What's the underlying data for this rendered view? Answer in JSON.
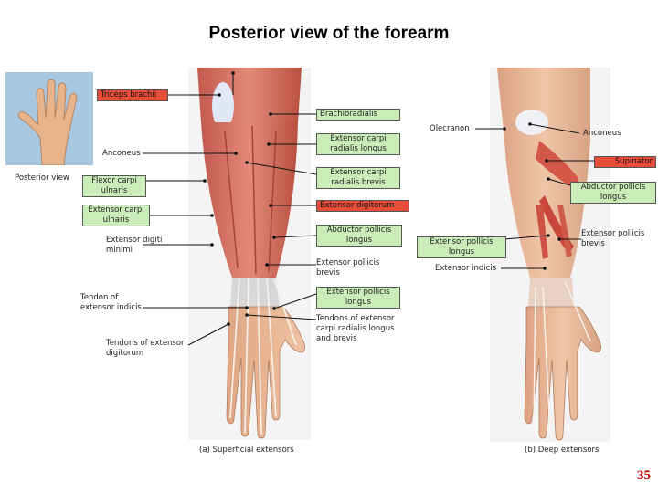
{
  "title": "Posterior view of the forearm",
  "labels": {
    "triceps_brachii": "Triceps brachii",
    "brachioradialis": "Brachioradialis",
    "olecranon": "Olecranon",
    "anconeus_left": "Anconeus",
    "anconeus_right": "Anconeus",
    "ecrl": "Extensor carpi\nradialis longus",
    "supinator": "Supinator",
    "posterior_view": "Posterior view",
    "ecrb": "Extensor carpi\nradialis brevis",
    "flexor_carpi_ulnaris": "Flexor carpi\nulnaris",
    "apl_right": "Abductor pollicis\nlongus",
    "extensor_carpi_ulnaris": "Extensor carpi\nulnaris",
    "extensor_digitorum": "Extensor digitorum",
    "apl_left": "Abductor pollicis\nlongus",
    "extensor_digiti_minimi": "Extensor digiti\nminimi",
    "epl_right": "Extensor pollicis\nlongus",
    "epb_right": "Extensor pollicis\nbrevis",
    "epb_left": "Extensor pollicis\nbrevis",
    "extensor_indicis_right": "Extensor indicis",
    "tendon_extensor_indicis": "Tendon of\nextensor indicis",
    "epl_left": "Extensor pollicis\nlongus",
    "tendons_ecr": "Tendons of extensor\ncarpi radialis longus\nand brevis",
    "tendons_extensor_digitorum": "Tendons of extensor\ndigitorum"
  },
  "captions": {
    "a": "(a) Superficial extensors",
    "b": "(b) Deep extensors"
  },
  "page_number": "35",
  "colors": {
    "green_box": "#c9ecb9",
    "red_box": "#e84d3a",
    "page_number": "#c00000"
  }
}
